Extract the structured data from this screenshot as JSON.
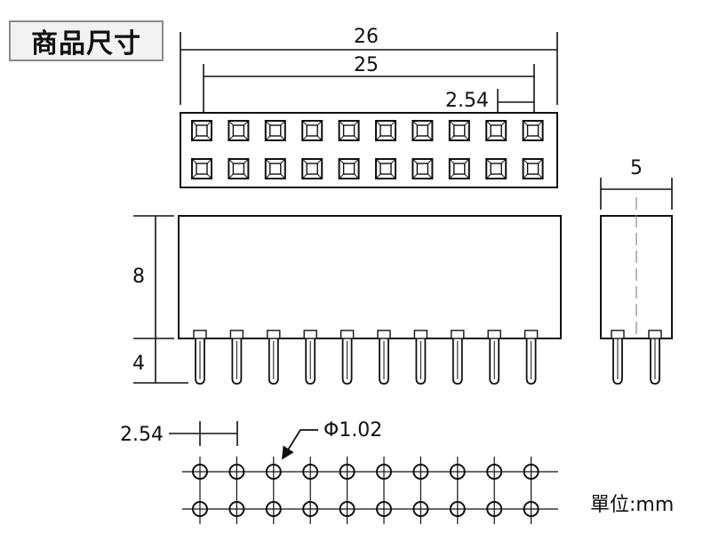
{
  "title": "商品尺寸",
  "unit": "單位:mm",
  "dimensions": {
    "overall_length": "26",
    "pin_span": "25",
    "pitch_top": "2.54",
    "body_height": "8",
    "pin_length": "4",
    "side_width": "5",
    "pitch_footprint": "2.54",
    "hole_diameter": "Φ1.02"
  },
  "pins_per_row": 10,
  "rows": 2
}
